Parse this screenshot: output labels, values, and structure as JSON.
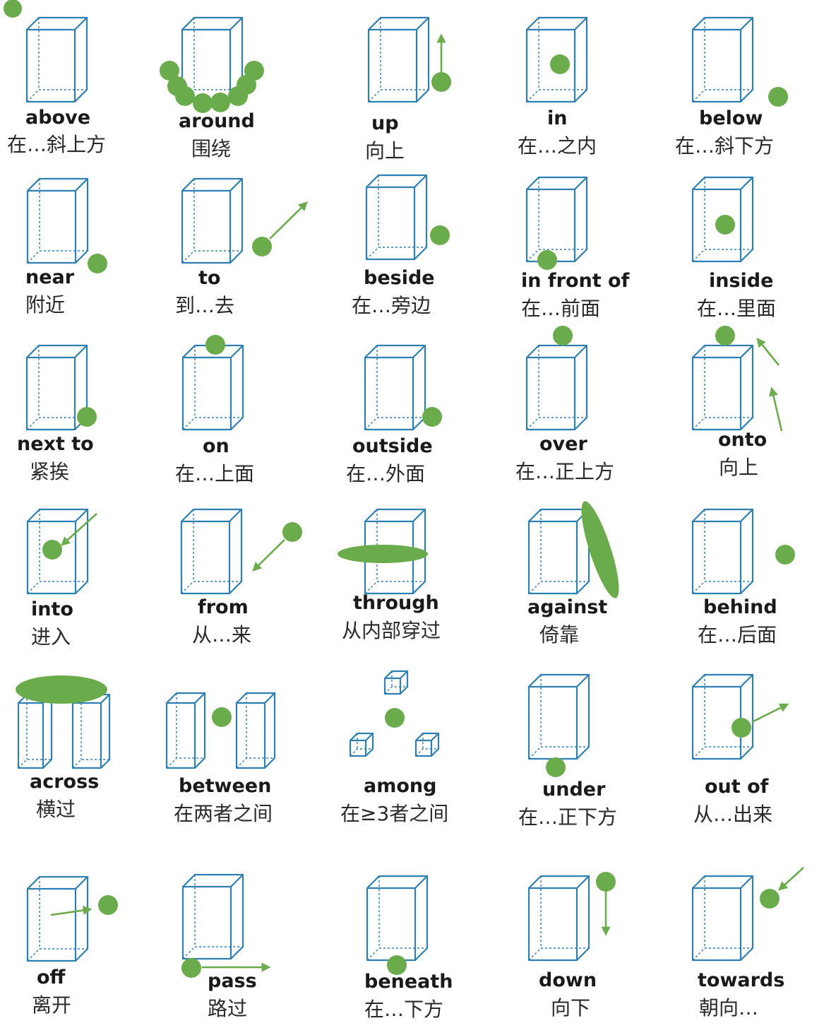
{
  "colors": {
    "box_stroke": "#2f7fb3",
    "ball_fill": "#6aab4c",
    "text": "#1a1a1a"
  },
  "cells": [
    {
      "key": "above",
      "en": "above",
      "zh": "在…斜上方"
    },
    {
      "key": "around",
      "en": "around",
      "zh": "围绕"
    },
    {
      "key": "up",
      "en": "up",
      "zh": "向上"
    },
    {
      "key": "in",
      "en": "in",
      "zh": "在…之内"
    },
    {
      "key": "below",
      "en": "below",
      "zh": "在…斜下方"
    },
    {
      "key": "near",
      "en": "near",
      "zh": "附近"
    },
    {
      "key": "to",
      "en": "to",
      "zh": "到…去"
    },
    {
      "key": "beside",
      "en": "beside",
      "zh": "在…旁边"
    },
    {
      "key": "in-front-of",
      "en": "in front of",
      "zh": "在…前面"
    },
    {
      "key": "inside",
      "en": "inside",
      "zh": "在…里面"
    },
    {
      "key": "next-to",
      "en": "next to",
      "zh": "紧挨"
    },
    {
      "key": "on",
      "en": "on",
      "zh": "在…上面"
    },
    {
      "key": "outside",
      "en": "outside",
      "zh": "在…外面"
    },
    {
      "key": "over",
      "en": "over",
      "zh": "在…正上方"
    },
    {
      "key": "onto",
      "en": "onto",
      "zh": "向上"
    },
    {
      "key": "into",
      "en": "into",
      "zh": "进入"
    },
    {
      "key": "from",
      "en": "from",
      "zh": "从…来"
    },
    {
      "key": "through",
      "en": "through",
      "zh": "从内部穿过"
    },
    {
      "key": "against",
      "en": "against",
      "zh": "倚靠"
    },
    {
      "key": "behind",
      "en": "behind",
      "zh": "在…后面"
    },
    {
      "key": "across",
      "en": "across",
      "zh": "横过"
    },
    {
      "key": "between",
      "en": "between",
      "zh": "在两者之间"
    },
    {
      "key": "among",
      "en": "among",
      "zh": "在≥3者之间"
    },
    {
      "key": "under",
      "en": "under",
      "zh": "在…正下方"
    },
    {
      "key": "out-of",
      "en": "out of",
      "zh": "从…出来"
    },
    {
      "key": "off",
      "en": "off",
      "zh": "离开"
    },
    {
      "key": "pass",
      "en": "pass",
      "zh": "路过"
    },
    {
      "key": "beneath",
      "en": "beneath",
      "zh": "在…下方"
    },
    {
      "key": "down",
      "en": "down",
      "zh": "向下"
    },
    {
      "key": "towards",
      "en": "towards",
      "zh": "朝向…"
    }
  ]
}
